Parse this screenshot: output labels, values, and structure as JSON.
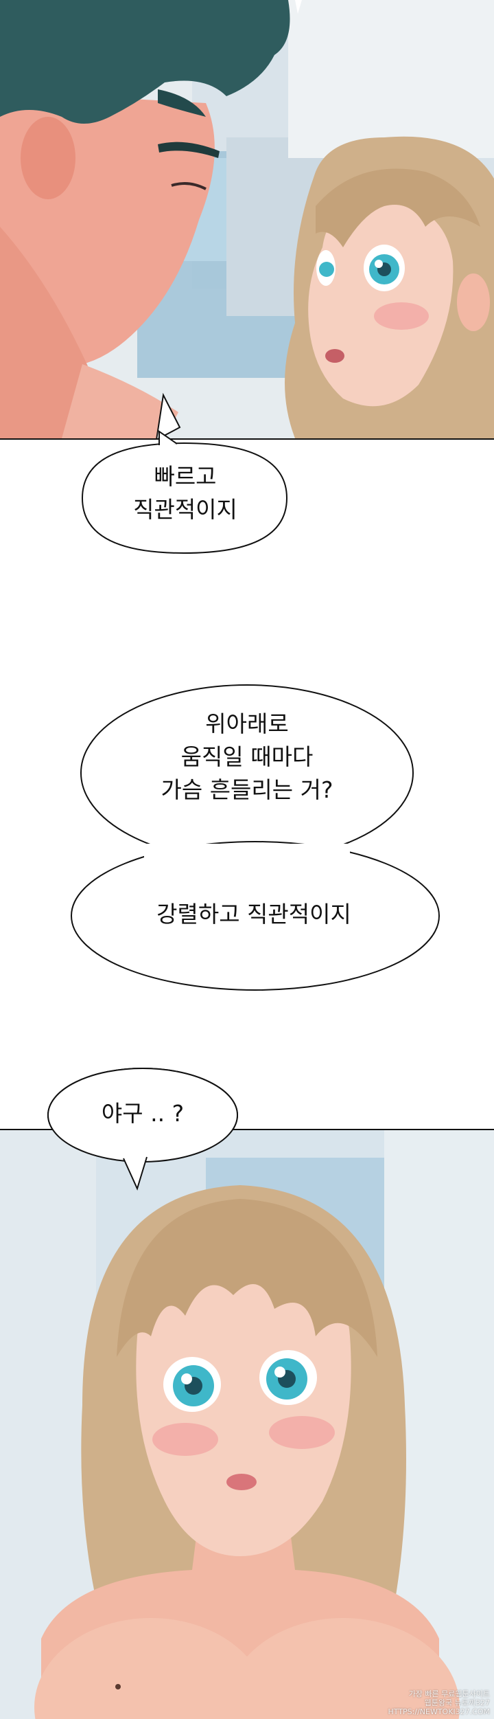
{
  "bubbles": {
    "b1": {
      "lines": [
        "빠르고",
        "직관적이지"
      ]
    },
    "b2": {
      "lines": [
        "위아래로",
        "움직일 때마다",
        "가슴 흔들리는 거?"
      ]
    },
    "b3": {
      "lines": [
        "강렬하고 직관적이지"
      ]
    },
    "b4": {
      "lines": [
        "야구 .. ?"
      ]
    }
  },
  "watermark": {
    "line1": "가장 빠른 무료웹툰사이트",
    "line2": "웹툰왕국 뉴토끼327",
    "line3": "HTTPS://NEWTOKI327.COM"
  },
  "colors": {
    "skin": "#f2b8a4",
    "hair_dark": "#2f5c5e",
    "hair_blonde": "#cfb08a",
    "eye": "#3fb7c9",
    "bg_room": "#d8e4ec"
  }
}
